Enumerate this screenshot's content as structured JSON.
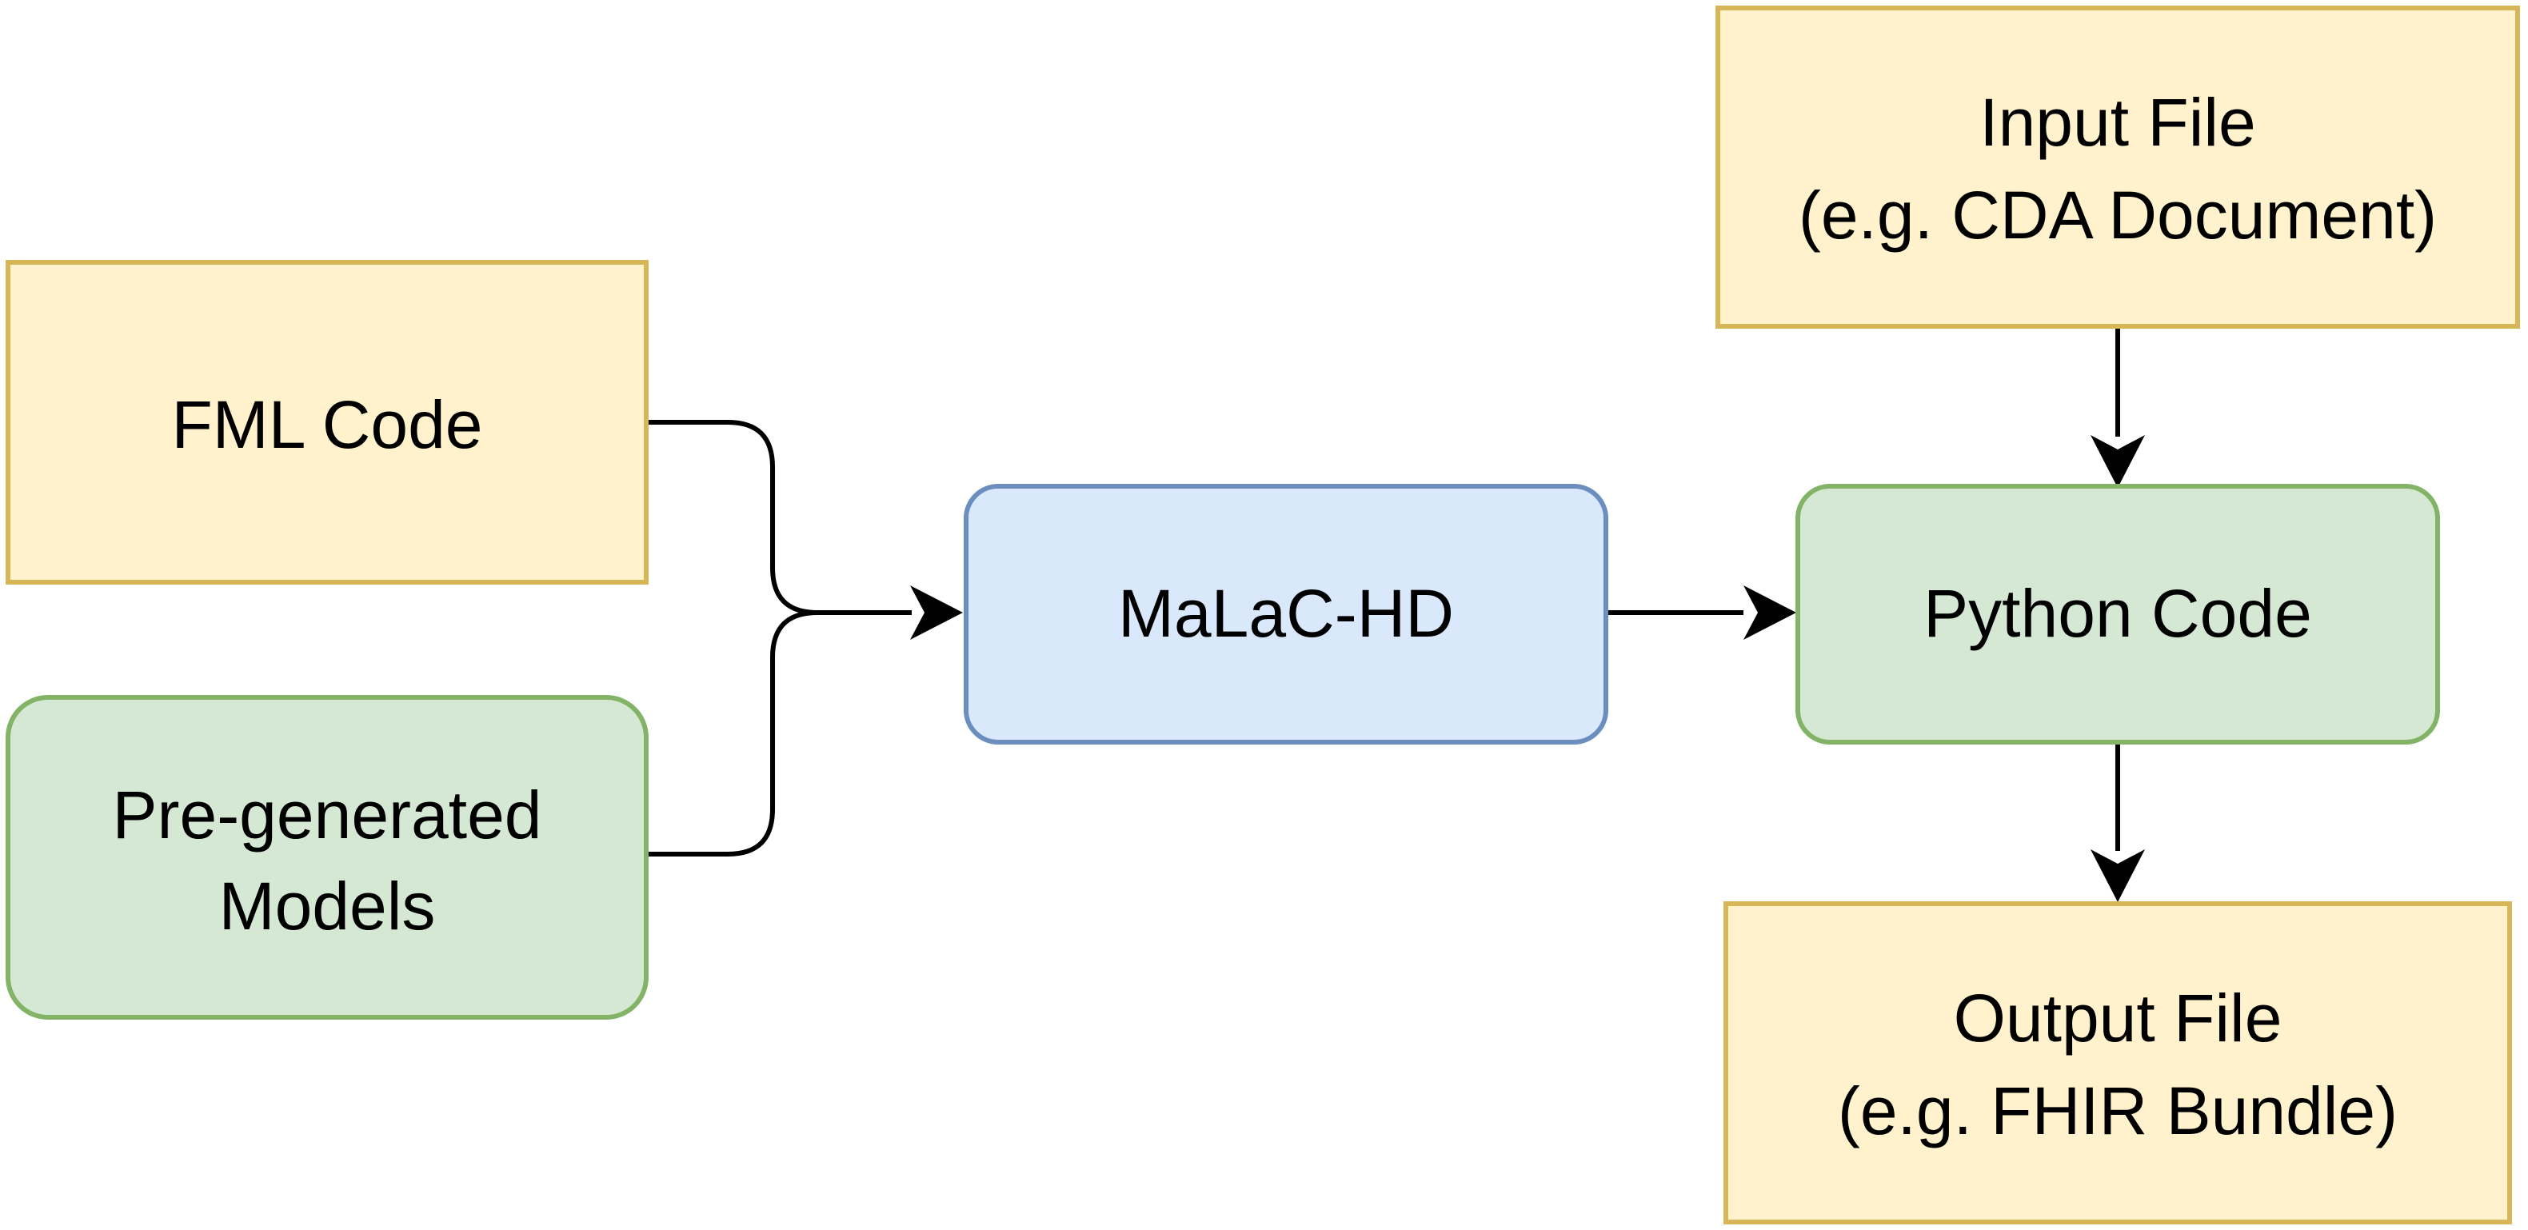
{
  "nodes": {
    "fml_code": {
      "lines": [
        "FML Code"
      ],
      "fill": "#fff2cc",
      "stroke": "#d6b656"
    },
    "pregenerated_models": {
      "lines": [
        "Pre-generated",
        "Models"
      ],
      "fill": "#d5e8d4",
      "stroke": "#82b366"
    },
    "malac_hd": {
      "lines": [
        "MaLaC-HD"
      ],
      "fill": "#dae8fc",
      "stroke": "#6c8ebf"
    },
    "input_file": {
      "lines": [
        "Input File",
        "(e.g. CDA Document)"
      ],
      "fill": "#fff2cc",
      "stroke": "#d6b656"
    },
    "python_code": {
      "lines": [
        "Python Code"
      ],
      "fill": "#d5e8d4",
      "stroke": "#82b366"
    },
    "output_file": {
      "lines": [
        "Output File",
        "(e.g. FHIR Bundle)"
      ],
      "fill": "#fff2cc",
      "stroke": "#d6b656"
    }
  },
  "edges": [
    {
      "from": "fml_code",
      "to": "malac_hd"
    },
    {
      "from": "pregenerated_models",
      "to": "malac_hd"
    },
    {
      "from": "malac_hd",
      "to": "python_code"
    },
    {
      "from": "input_file",
      "to": "python_code"
    },
    {
      "from": "python_code",
      "to": "output_file"
    }
  ],
  "edge_color": "#000000"
}
